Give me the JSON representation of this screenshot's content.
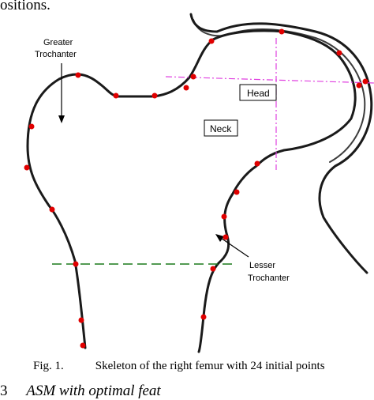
{
  "top_text": "ositions.",
  "labels": {
    "greater_1": "Greater",
    "greater_2": "Trochanter",
    "head": "Head",
    "neck": "Neck",
    "lesser_1": "Lesser",
    "lesser_2": "Trochanter"
  },
  "caption": {
    "fig_num": "Fig. 1.",
    "text": "Skeleton of the right femur with 24 initial points"
  },
  "bottom_text": {
    "num": "3",
    "em": "ASM with optimal feat"
  },
  "colors": {
    "outline": "#1a1a1a",
    "points": "#e00000",
    "head_axes": "#e040e0",
    "lesser_line": "#1a7a1a"
  },
  "landmark_point_count": 24
}
